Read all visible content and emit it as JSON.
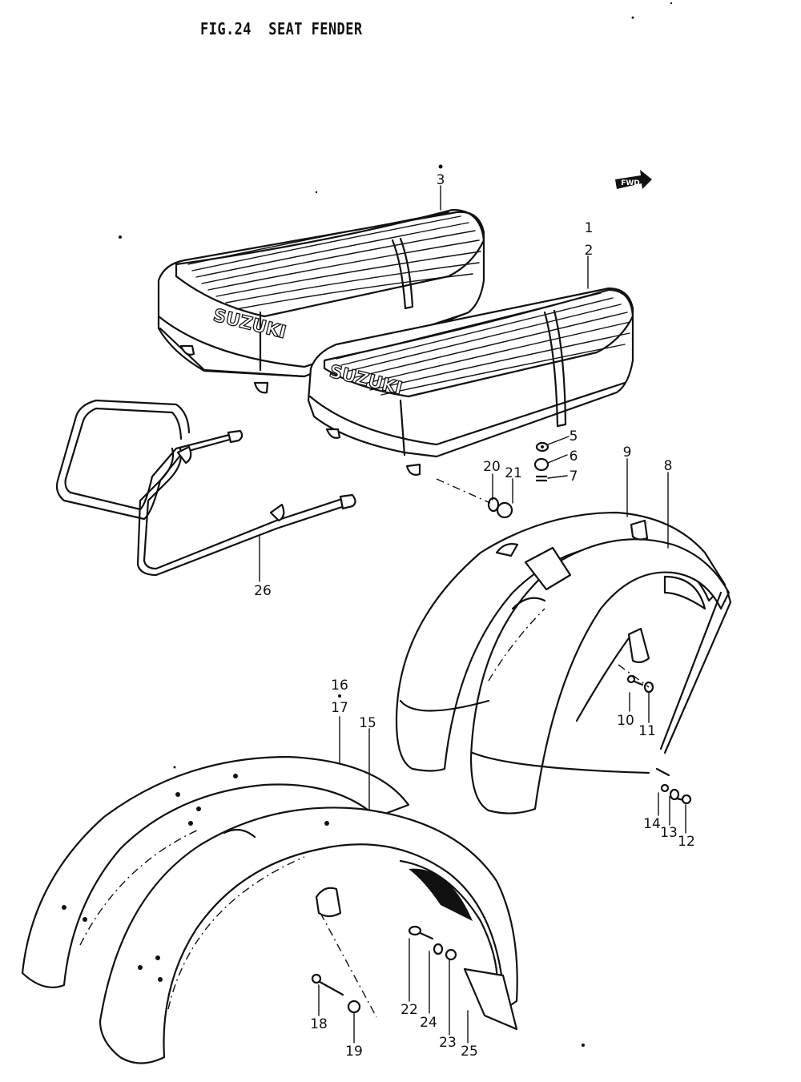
{
  "title": "FIG.24  SEAT FENDER",
  "fwd_label": "FWD",
  "brand_text": "SUZUKI",
  "callouts": [
    "1",
    "2",
    "3",
    "5",
    "6",
    "7",
    "8",
    "9",
    "10",
    "11",
    "12",
    "13",
    "14",
    "15",
    "16",
    "17",
    "18",
    "19",
    "20",
    "21",
    "22",
    "23",
    "24",
    "25",
    "26"
  ]
}
